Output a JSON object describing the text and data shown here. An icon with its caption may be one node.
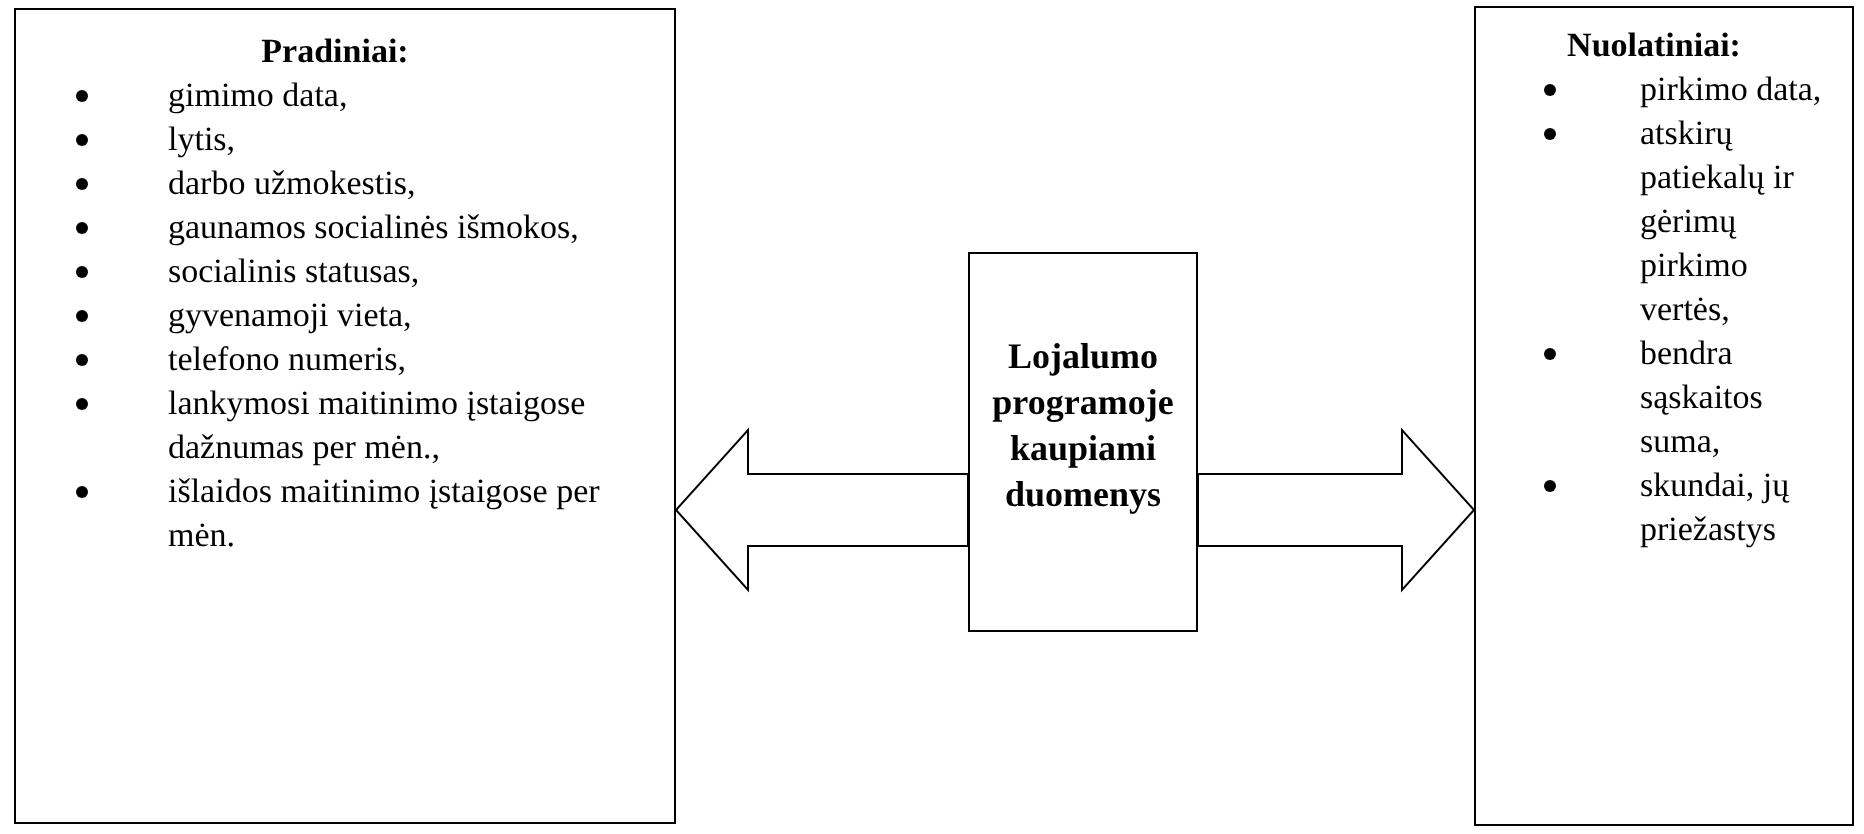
{
  "diagram": {
    "nodes": [
      {
        "text": [
          "Pradiniai:",
          "gimimo data,",
          "lytis,",
          "darbo užmokestis,",
          "gaunamos socialinės išmokos,",
          "socialinis statusas,",
          "gyvenamoji vieta,",
          "telefono numeris,",
          "lankymosi maitinimo įstaigose dažnumas per mėn.,",
          "išlaidos maitinimo įstaigose per mėn."
        ]
      },
      {
        "text": [
          "Lojalumo programoje kaupiami duomenys"
        ]
      },
      {
        "text": [
          "Nuolatiniai:",
          "pirkimo data,",
          "atskirų patiekalų ir gėrimų pirkimo vertės,",
          "bendra sąskaitos suma,",
          "skundai, jų priežastys"
        ]
      }
    ],
    "edges": [
      {
        "from": 1,
        "to": 0,
        "arrow": "to"
      },
      {
        "from": 1,
        "to": 2,
        "arrow": "to"
      }
    ]
  }
}
